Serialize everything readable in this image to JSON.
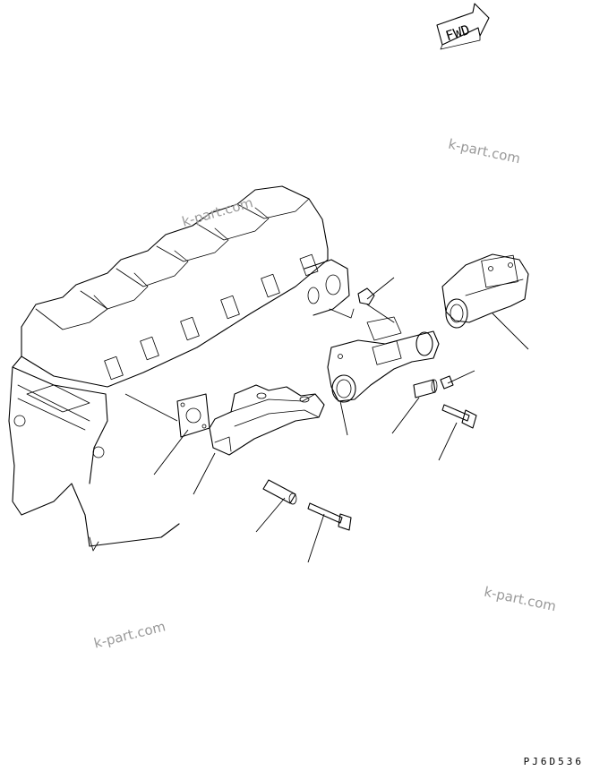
{
  "direction_label": "FWD",
  "watermarks": [
    "k-part.com",
    "k-part.com",
    "k-part.com",
    "k-part.com"
  ],
  "drawing_code": "PJ6D536"
}
